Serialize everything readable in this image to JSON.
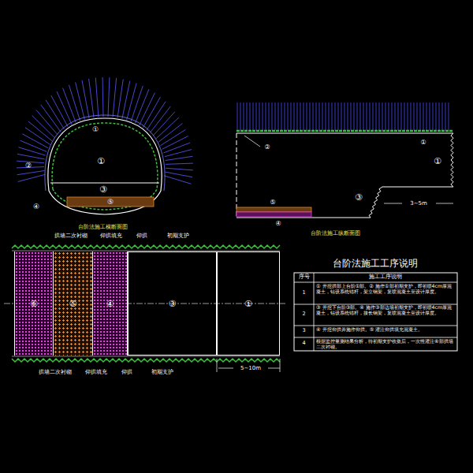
{
  "diagram": {
    "nodes": [
      {
        "text": [
          "⑥"
        ]
      },
      {
        "text": [
          "⑤"
        ]
      },
      {
        "text": [
          "④"
        ]
      },
      {
        "text": [
          "③"
        ]
      },
      {
        "text": [
          "①"
        ]
      }
    ],
    "labels": [
      "①",
      "①",
      "②",
      "③",
      "④",
      "⑤",
      "台阶法施工横断面图",
      "②",
      "①",
      "①",
      "③",
      "⑤",
      "④",
      "3~5m",
      "台阶法施工纵断面图",
      "拱墙二次衬砌",
      "仰拱填充",
      "仰拱",
      "初期支护",
      "拱墙二次衬砌",
      "仰拱填充",
      "仰拱",
      "初期支护",
      "5~10m",
      "台阶法施工工序说明",
      "序号",
      "施工工序说明",
      "1",
      "① 开挖拱部上台阶①部。② 施作①部初期支护，即初喷4cm厚混凝土，钻设系统锚杆，架立钢架，复喷混凝土至设计厚度。",
      "2",
      "③ 开挖下台阶③部。④ 施作③部边墙初期支护，即初喷4cm厚混凝土，钻设系统锚杆，接长钢架，复喷混凝土至设计厚度。",
      "3",
      "④ 开挖仰拱并施作仰拱。⑤ 灌注仰拱填充混凝土。",
      "4",
      "根据监控量测结果分析，待初期支护收敛后，一次性灌注⑥部拱墙二次衬砌。"
    ]
  }
}
